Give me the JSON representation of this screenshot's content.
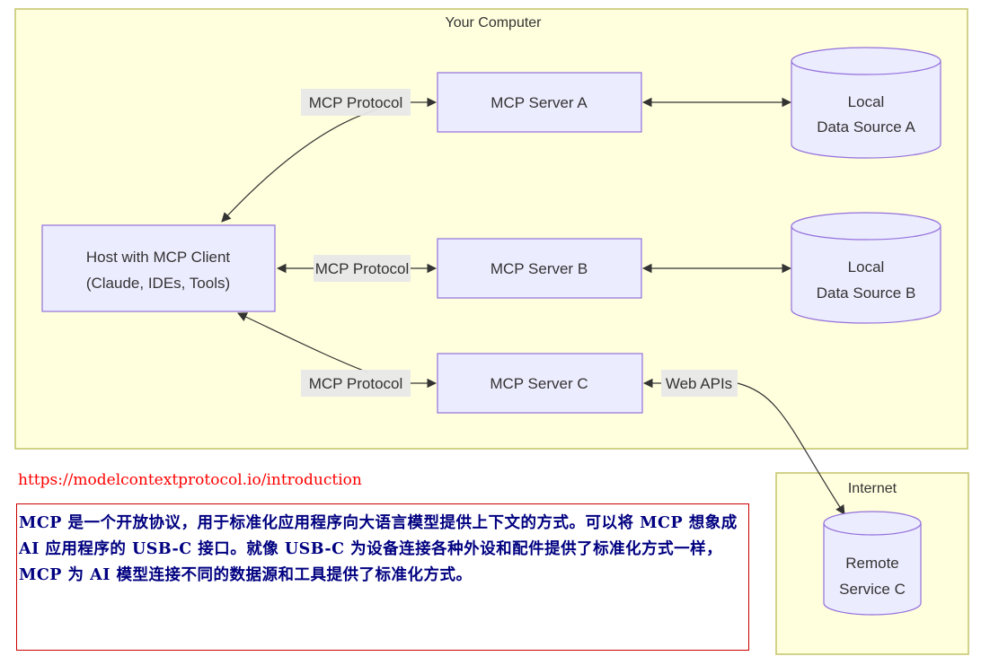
{
  "diagram": {
    "clusters": {
      "computer": {
        "title": "Your Computer"
      },
      "internet": {
        "title": "Internet"
      }
    },
    "nodes": {
      "host": {
        "line1": "Host with MCP Client",
        "line2": "(Claude, IDEs, Tools)"
      },
      "server_a": {
        "label": "MCP Server A"
      },
      "server_b": {
        "label": "MCP Server B"
      },
      "server_c": {
        "label": "MCP Server C"
      },
      "data_a": {
        "line1": "Local",
        "line2": "Data Source A"
      },
      "data_b": {
        "line1": "Local",
        "line2": "Data Source B"
      },
      "remote_c": {
        "line1": "Remote",
        "line2": "Service C"
      }
    },
    "edges": {
      "host_a": {
        "label": "MCP Protocol"
      },
      "host_b": {
        "label": "MCP Protocol"
      },
      "host_c": {
        "label": "MCP Protocol"
      },
      "c_remote": {
        "label": "Web APIs"
      }
    },
    "colors": {
      "cluster_fill": "#ffffde",
      "cluster_stroke": "#c3c36a",
      "node_fill": "#ececff",
      "node_stroke": "#9370db",
      "edge": "#333333"
    }
  },
  "footer": {
    "url": "https://modelcontextprotocol.io/introduction",
    "description": "MCP 是一个开放协议，用于标准化应用程序向大语言模型提供上下文的方式。可以将 MCP 想象成 AI 应用程序的 USB-C 接口。就像 USB-C 为设备连接各种外设和配件提供了标准化方式一样，MCP 为 AI 模型连接不同的数据源和工具提供了标准化方式。"
  }
}
